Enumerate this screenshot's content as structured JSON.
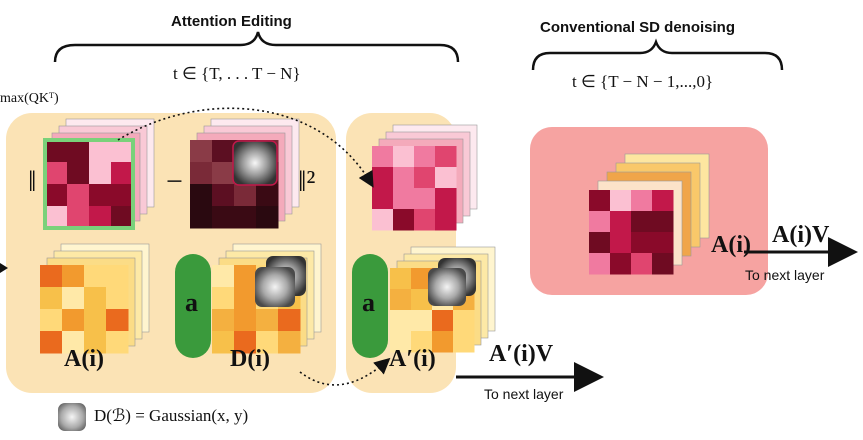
{
  "headers": {
    "attention_editing": "Attention Editing",
    "conventional": "Conventional SD denoising"
  },
  "time": {
    "editing_range": "t ∈ {T, . . . T − N}",
    "conventional_range": "t ∈ {T − N − 1,...,0}"
  },
  "softmax_label": "max(QKᵀ)",
  "loss": {
    "open": "‖",
    "minus": "−",
    "close": "‖²"
  },
  "labels": {
    "A_i": "A(i)",
    "D_i": "D(i)",
    "A_prime_i": "A′(i)",
    "A_i_conv": "A(i)",
    "a_left": "a",
    "a_right": "a"
  },
  "outputs": {
    "edit_output": "A′(i)V",
    "conv_output": "A(i)V",
    "to_next_layer_edit": "To next layer",
    "to_next_layer_conv": "To next layer"
  },
  "legend": {
    "formula": "D(ℬ) = Gaussian(x, y)"
  },
  "colors": {
    "edit_panel": "#fbe3b5",
    "conv_panel": "#f6a3a1",
    "pill": "#3a9a3c",
    "highlight_box": "#7ad17a"
  }
}
